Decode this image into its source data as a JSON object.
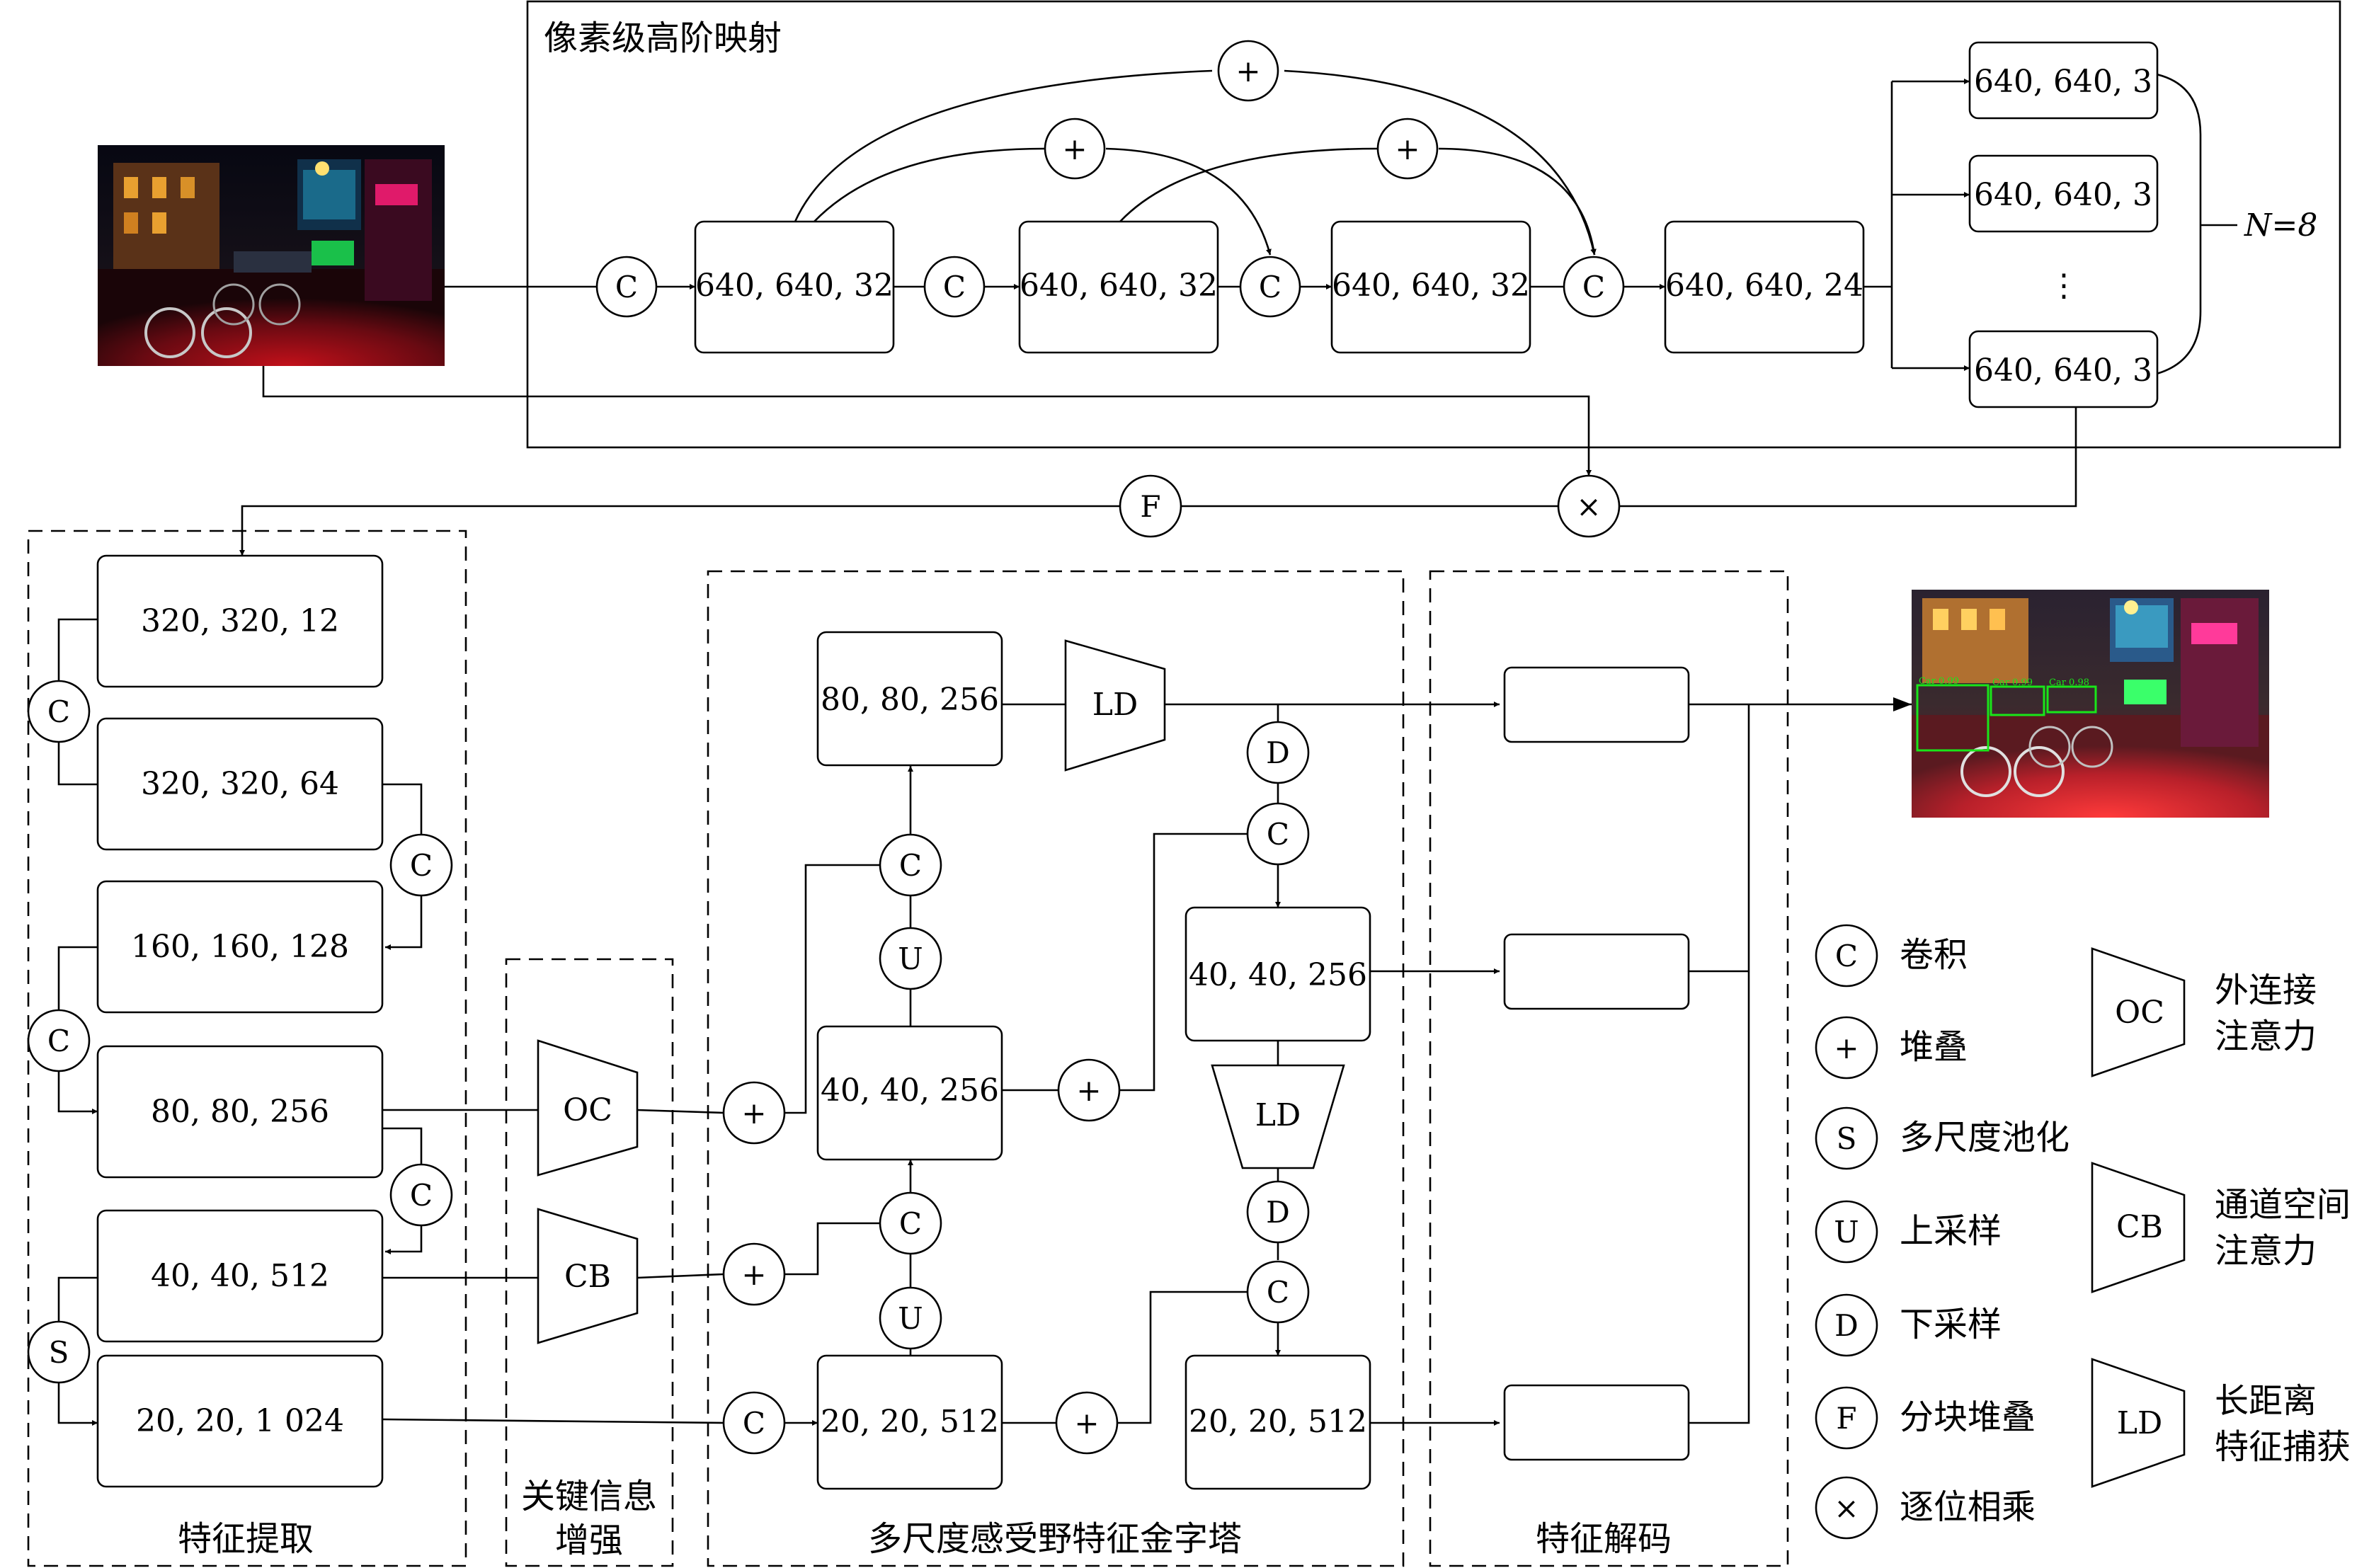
{
  "hop_title": "像素级高阶映射",
  "hop_boxes": [
    "640, 640, 32",
    "640, 640, 32",
    "640, 640, 32",
    "640, 640, 24"
  ],
  "out_boxes": [
    "640, 640, 3",
    "640, 640, 3",
    "640, 640, 3"
  ],
  "n_label": "N=8",
  "dots": "⋮",
  "fe_boxes": [
    "320, 320, 12",
    "320, 320, 64",
    "160, 160, 128",
    "80, 80, 256",
    "40, 40, 512",
    "20, 20, 1 024"
  ],
  "pyr_boxes": {
    "p80": "80, 80, 256",
    "p40": "40, 40, 256",
    "p20": "20, 20, 512",
    "r40": "40, 40, 256",
    "r20": "20, 20, 512"
  },
  "op_symbols": {
    "conv": "C",
    "stack": "+",
    "pool": "S",
    "up": "U",
    "down": "D",
    "patch": "F",
    "mul": "×"
  },
  "module_labels": {
    "oc": "OC",
    "cb": "CB",
    "ld": "LD"
  },
  "section_captions": {
    "feature_extraction": "特征提取",
    "key_info_l1": "关键信息",
    "key_info_l2": "增强",
    "pyramid": "多尺度感受野特征金字塔",
    "decode": "特征解码"
  },
  "legend": [
    {
      "symbol": "C",
      "text": "卷积"
    },
    {
      "symbol": "+",
      "text": "堆叠"
    },
    {
      "symbol": "S",
      "text": "多尺度池化"
    },
    {
      "symbol": "U",
      "text": "上采样"
    },
    {
      "symbol": "D",
      "text": "下采样"
    },
    {
      "symbol": "F",
      "text": "分块堆叠"
    },
    {
      "symbol": "×",
      "text": "逐位相乘"
    }
  ],
  "legend_modules": [
    {
      "label": "OC",
      "line1": "外连接",
      "line2": "注意力"
    },
    {
      "label": "CB",
      "line1": "通道空间",
      "line2": "注意力"
    },
    {
      "label": "LD",
      "line1": "长距离",
      "line2": "特征捕获"
    }
  ],
  "detections": [
    "Car 0.99",
    "Car 0.99",
    "Car 0.98"
  ],
  "colors": {
    "ink": "#000000",
    "detection_box": "#19e619"
  }
}
